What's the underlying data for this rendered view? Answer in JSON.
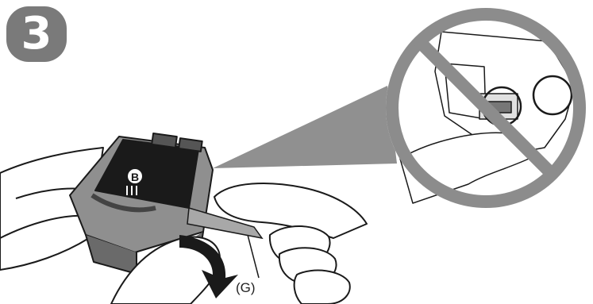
{
  "step": {
    "number": "3",
    "badge_color": "#7a7a7a"
  },
  "callout": {
    "label": "(G)"
  },
  "cartridge": {
    "logo_letter": "B",
    "body_color": "#8f8f8f",
    "label_color": "#1a1a1a"
  },
  "prohibition": {
    "symbol": "do-not-touch",
    "ring_color": "#8c8c8c"
  },
  "icons": [
    "prohibition-sign-icon",
    "rotate-arrow-icon",
    "ink-cartridge-icon"
  ]
}
